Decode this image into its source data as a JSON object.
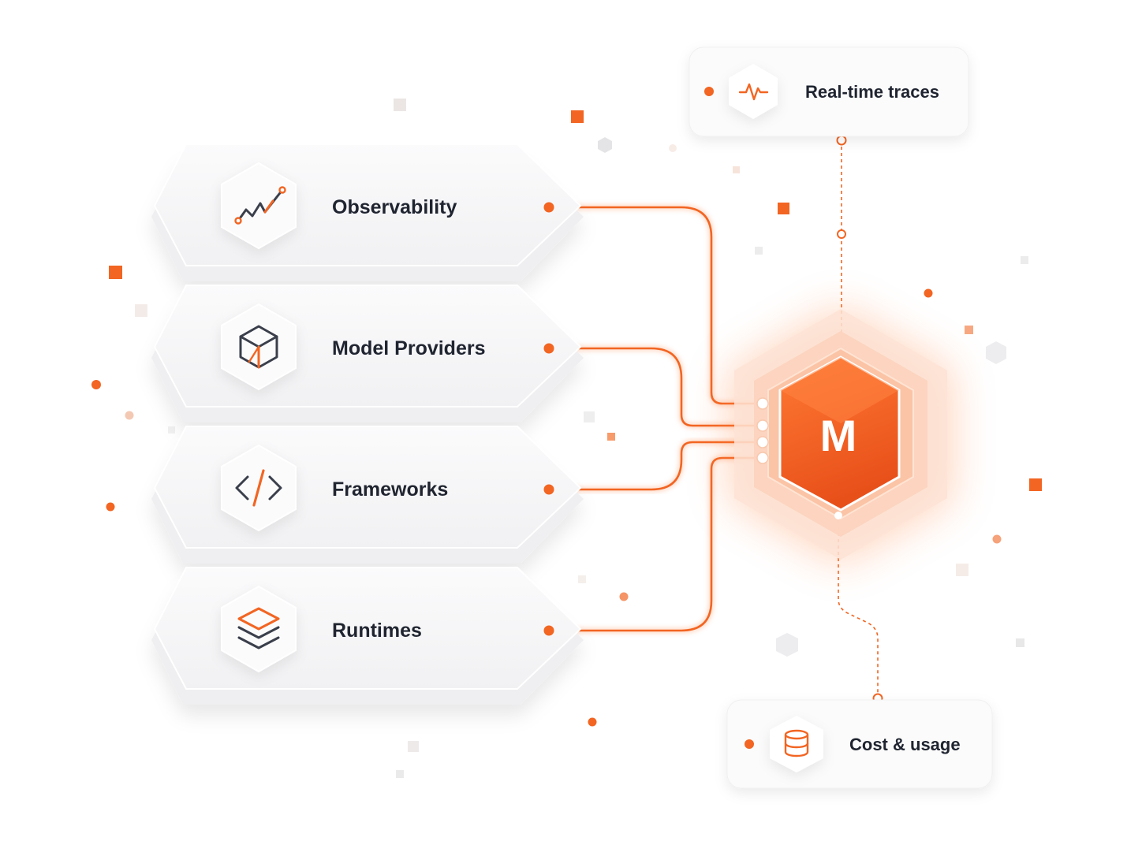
{
  "colors": {
    "accent": "#f26522",
    "accent_light": "#ff8a4c",
    "text": "#1f2430",
    "card": "#f7f7f8",
    "icon_stroke": "#3a3f4b"
  },
  "integrations": [
    {
      "label": "Observability",
      "icon": "trend-line-icon"
    },
    {
      "label": "Model Providers",
      "icon": "cube-icon"
    },
    {
      "label": "Frameworks",
      "icon": "code-brackets-icon"
    },
    {
      "label": "Runtimes",
      "icon": "stacked-layers-icon"
    }
  ],
  "hub": {
    "letter": "M"
  },
  "outputs": {
    "traces": {
      "label": "Real-time traces",
      "icon": "pulse-icon"
    },
    "cost": {
      "label": "Cost & usage",
      "icon": "database-icon"
    }
  }
}
